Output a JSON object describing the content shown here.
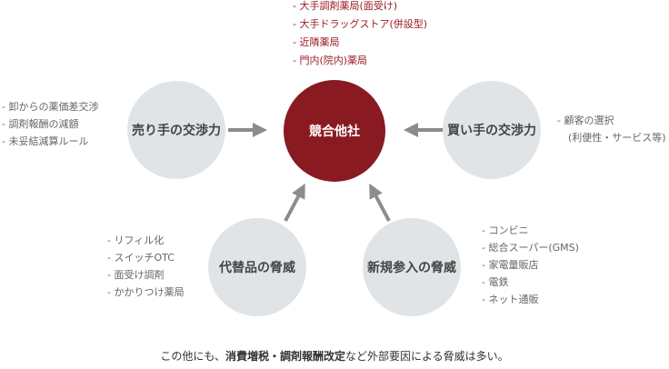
{
  "center": {
    "label": "競合他社"
  },
  "center_notes": [
    "- 大手調剤薬局(面受け)",
    "- 大手ドラッグストア(併設型)",
    "- 近隣薬局",
    "- 門内(院内)薬局"
  ],
  "sellers": {
    "label": "売り手の交渉力",
    "notes": [
      "- 卸からの薬価差交渉",
      "- 調剤報酬の減額",
      "- 未妥結減算ルール"
    ]
  },
  "buyers": {
    "label": "買い手の交渉力",
    "notes": [
      "- 顧客の選択",
      "(利便性・サービス等)"
    ]
  },
  "substitutes": {
    "label": "代替品の脅威",
    "notes": [
      "- リフィル化",
      "- スイッチOTC",
      "- 面受け調剤",
      "- かかりつけ薬局"
    ]
  },
  "new_entrants": {
    "label": "新規参入の脅威",
    "notes": [
      "- コンビニ",
      "- 総合スーパー(GMS)",
      "- 家電量販店",
      "- 電鉄",
      "- ネット通販"
    ]
  },
  "footer": {
    "prefix": "この他にも、",
    "bold": "消費増税・調剤報酬改定",
    "suffix": "など外部要因による脅威は多い。"
  },
  "colors": {
    "center": "#8a1a22",
    "circle": "#e1e4e6",
    "arrow": "#8c8c8c",
    "center_notes": "#9b1c24"
  }
}
